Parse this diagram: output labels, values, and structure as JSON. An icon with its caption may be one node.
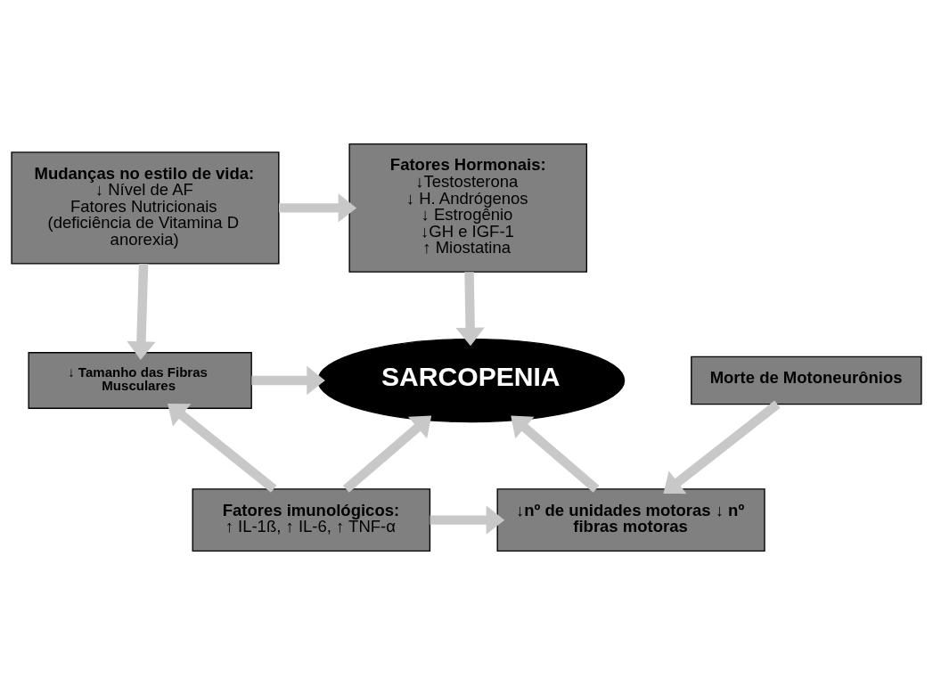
{
  "diagram": {
    "nodes": [
      {
        "text": [
          "Fatores Hormonais:",
          "↓Testosterona",
          "↓ H. Andrógenos",
          "↓ Estrogênio",
          "↓GH e IGF-1",
          "↑ Miostatina"
        ]
      },
      {
        "text": [
          "Mudanças no estilo de vida:",
          "↓ Nível de AF",
          "Fatores Nutricionais (deficiência de Vitamina D anorexia)"
        ]
      },
      {
        "text": [
          "Morte de Motoneurônios"
        ]
      },
      {
        "text": [
          "SARCOPENIA"
        ]
      },
      {
        "text": [
          "↓ Tamanho das Fibras Musculares"
        ]
      },
      {
        "text": [
          "↓nº de unidades motoras ↓ nº fibras motoras"
        ]
      },
      {
        "text": [
          "Fatores imunológicos:",
          "↑ IL-1ß, ↑ IL-6, ↑ TNF-α"
        ]
      }
    ],
    "edges": [
      {
        "from": 1,
        "to": 0,
        "arrow": "to"
      },
      {
        "from": 0,
        "to": 3,
        "arrow": "to"
      },
      {
        "from": 1,
        "to": 4,
        "arrow": "to"
      },
      {
        "from": 4,
        "to": 3,
        "arrow": "to"
      },
      {
        "from": 2,
        "to": 5,
        "arrow": "to"
      },
      {
        "from": 5,
        "to": 3,
        "arrow": "to"
      },
      {
        "from": 6,
        "to": 3,
        "arrow": "to"
      },
      {
        "from": 6,
        "to": 4,
        "arrow": "to"
      },
      {
        "from": 6,
        "to": 5,
        "arrow": "to"
      }
    ]
  }
}
